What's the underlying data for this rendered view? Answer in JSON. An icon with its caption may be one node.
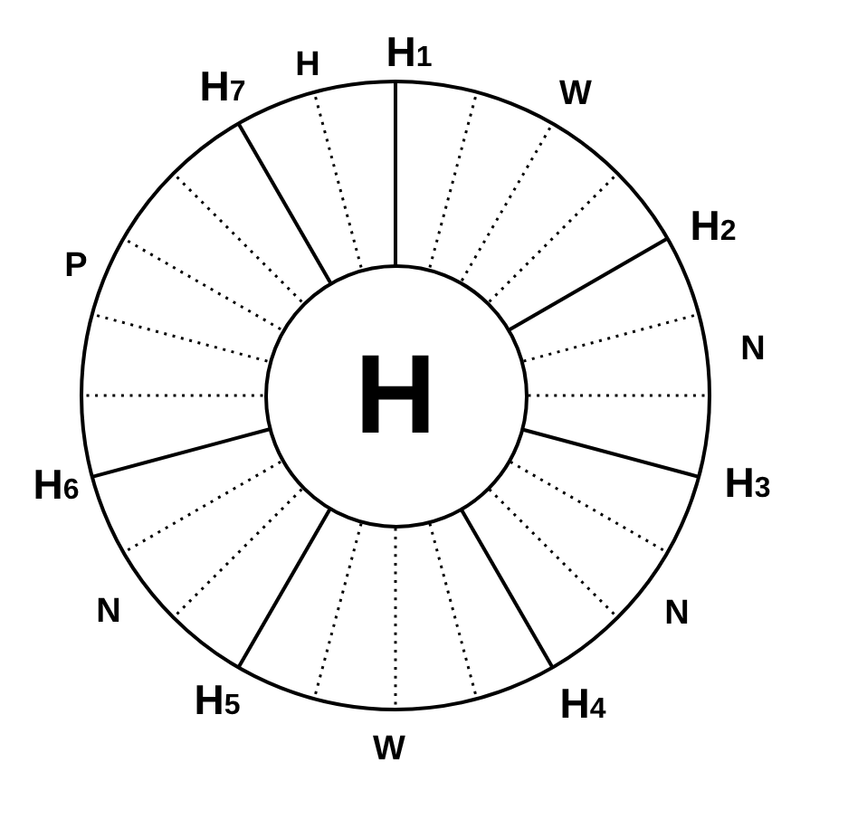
{
  "diagram": {
    "nodes": [
      {
        "text": [],
        "shape": "circle"
      },
      {
        "text": [
          "H"
        ],
        "in": 0
      }
    ],
    "labels": [
      "H$_{1}$",
      "W",
      "H$_{2}$",
      "N",
      "H$_{3}$",
      "N",
      "H$_{4}$",
      "W",
      "H$_{5}$",
      "N",
      "H$_{6}$",
      "P",
      "H$_{7}$",
      "H"
    ]
  }
}
